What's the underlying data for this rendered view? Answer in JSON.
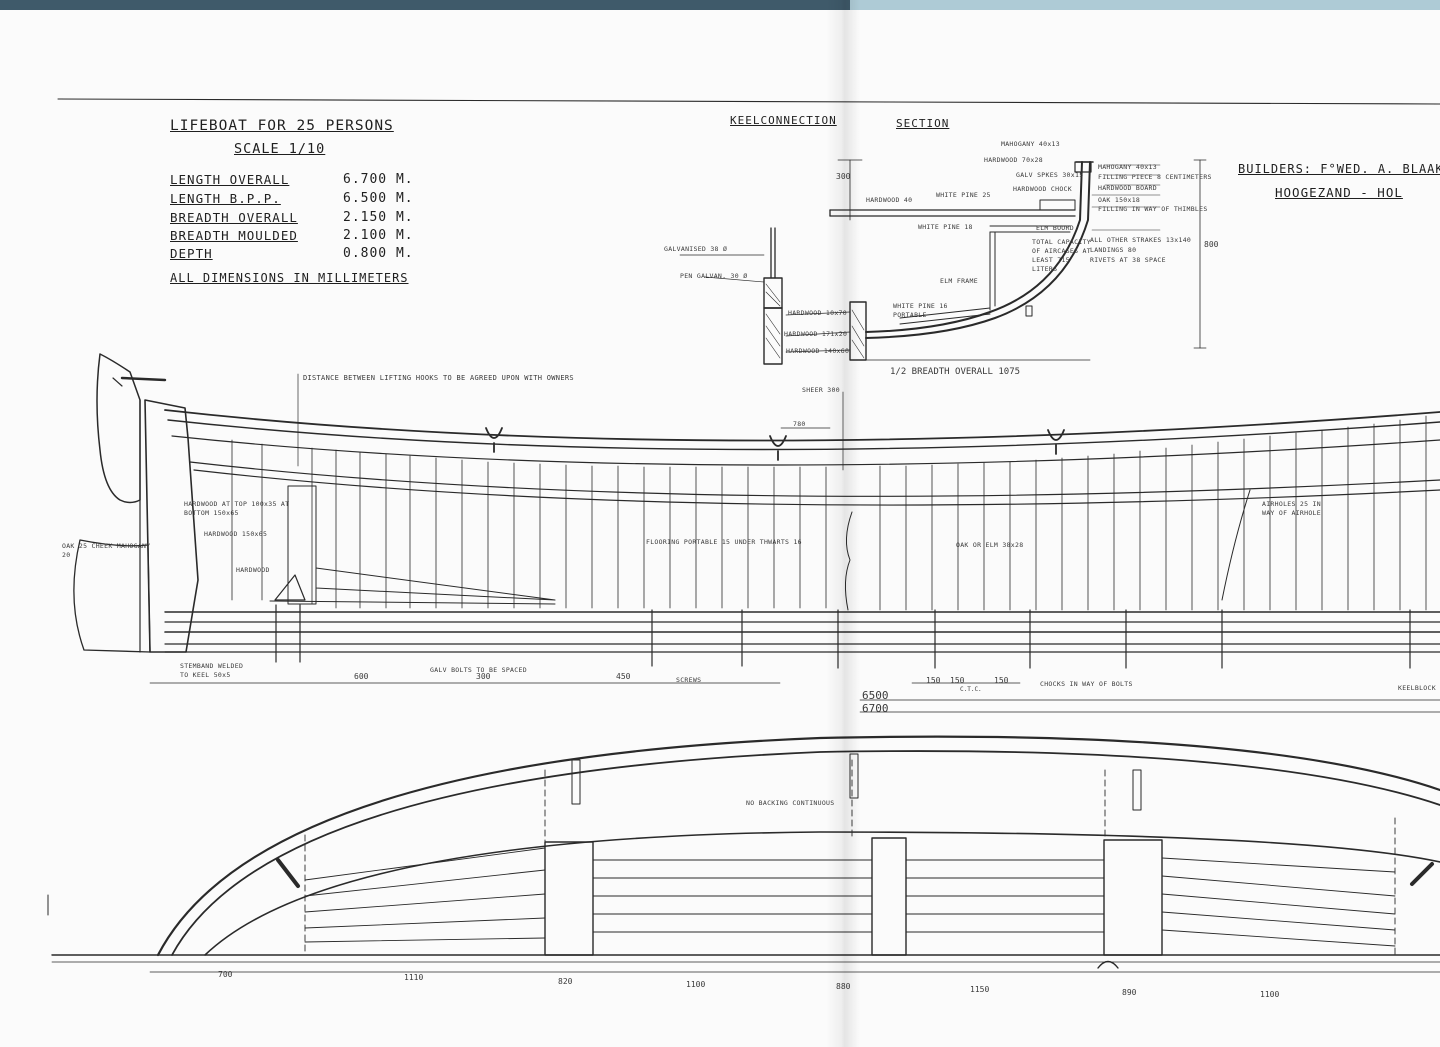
{
  "title": {
    "line1": "LIFEBOAT FOR 25 PERSONS",
    "line2": "SCALE 1/10"
  },
  "specs": [
    {
      "label": "LENGTH OVERALL",
      "value": "6.700 M."
    },
    {
      "label": "LENGTH B.P.P.",
      "value": "6.500 M."
    },
    {
      "label": "BREADTH OVERALL",
      "value": "2.150 M."
    },
    {
      "label": "BREADTH MOULDED",
      "value": "2.100 M."
    },
    {
      "label": "DEPTH",
      "value": "0.800 M."
    }
  ],
  "dimensions_note": "ALL DIMENSIONS IN MILLIMETERS",
  "section_headings": {
    "keel": "KEELCONNECTION",
    "section": "SECTION"
  },
  "builders": {
    "line1": "BUILDERS: F°WED. A. BLAAK",
    "line2": "HOOGEZAND - HOL"
  },
  "keel_notes": {
    "galvanised": "GALVANISED 38 Ø",
    "pen": "PEN GALVAN. 30 Ø",
    "hardwood_top": "HARDWOOD 10x70",
    "hardwood_mid": "HARDWOOD 171x20",
    "hardwood_low": "HARDWOOD 140x60"
  },
  "section_notes": {
    "mahogany": "MAHOGANY 40x13",
    "hardwood_top": "HARDWOOD 70x28",
    "galv_spikes": "GALV SPKES 30x15",
    "hardwood_chock": "HARDWOOD CHOCK",
    "hardwood_40": "HARDWOOD 40",
    "white_pine_25": "WHITE PINE 25",
    "white_pine_18": "WHITE PINE 18",
    "elm_boord": "ELM BOORD",
    "total_capacity": "TOTAL CAPACITY OF AIRCASES AT LEAST 715 LITERS",
    "elm_frame": "ELM FRAME",
    "white_pine_16": "WHITE PINE 16 PORTABLE",
    "right_1": "MAHOGANY 40x13",
    "right_2": "FILLING PIECE 8 CENTIMETERS",
    "right_3": "HARDWOOD BOARD",
    "right_4": "OAK 150x18",
    "right_5": "FILLING IN WAY OF THIMBLES",
    "right_6": "ALL OTHER STRAKES 13x140",
    "right_7": "LANDINGS 80",
    "right_8": "RIVETS AT 38 SPACE",
    "half_breadth": "1/2 BREADTH OVERALL 1075",
    "depth_dim": "800",
    "top_dim": "300"
  },
  "profile_notes": {
    "lifting_hooks": "DISTANCE BETWEEN LIFTING HOOKS TO BE AGREED UPON WITH OWNERS",
    "sheer": "SHEER 300",
    "spacing": "780",
    "hardwood_top": "HARDWOOD AT TOP 100x35 AT BOTTOM 150x65",
    "hardwood_150": "HARDWOOD 150x65",
    "oak_mahogany": "OAK 25 CHEEK MAHOGANY 20",
    "hardwood": "HARDWOOD",
    "flooring": "FLOORING PORTABLE 15 UNDER THWARTS 16",
    "oak_elm": "OAK OR ELM 38x28",
    "airholes": "AIRHOLES 25 IN WAY OF AIRHOLE",
    "stem_band": "STEMBAND WELDED TO KEEL 50x5",
    "galv_bolts": "GALV BOLTS TO BE SPACED",
    "screws": "SCREWS",
    "chocks": "CHOCKS IN WAY OF BOLTS",
    "keelblock": "KEELBLOCK",
    "d_600": "600",
    "d_300": "300",
    "d_450": "450",
    "d_150a": "150",
    "d_150b": "150",
    "d_150c": "150",
    "ctc": "C.T.C.",
    "lbp": "6500",
    "loa": "6700"
  },
  "plan_notes": {
    "backing": "NO BACKING CONTINUOUS",
    "d_700": "700",
    "d_1110": "1110",
    "d_820": "820",
    "d_1100a": "1100",
    "d_880": "880",
    "d_1150": "1150",
    "d_890": "890",
    "d_1100b": "1100"
  }
}
